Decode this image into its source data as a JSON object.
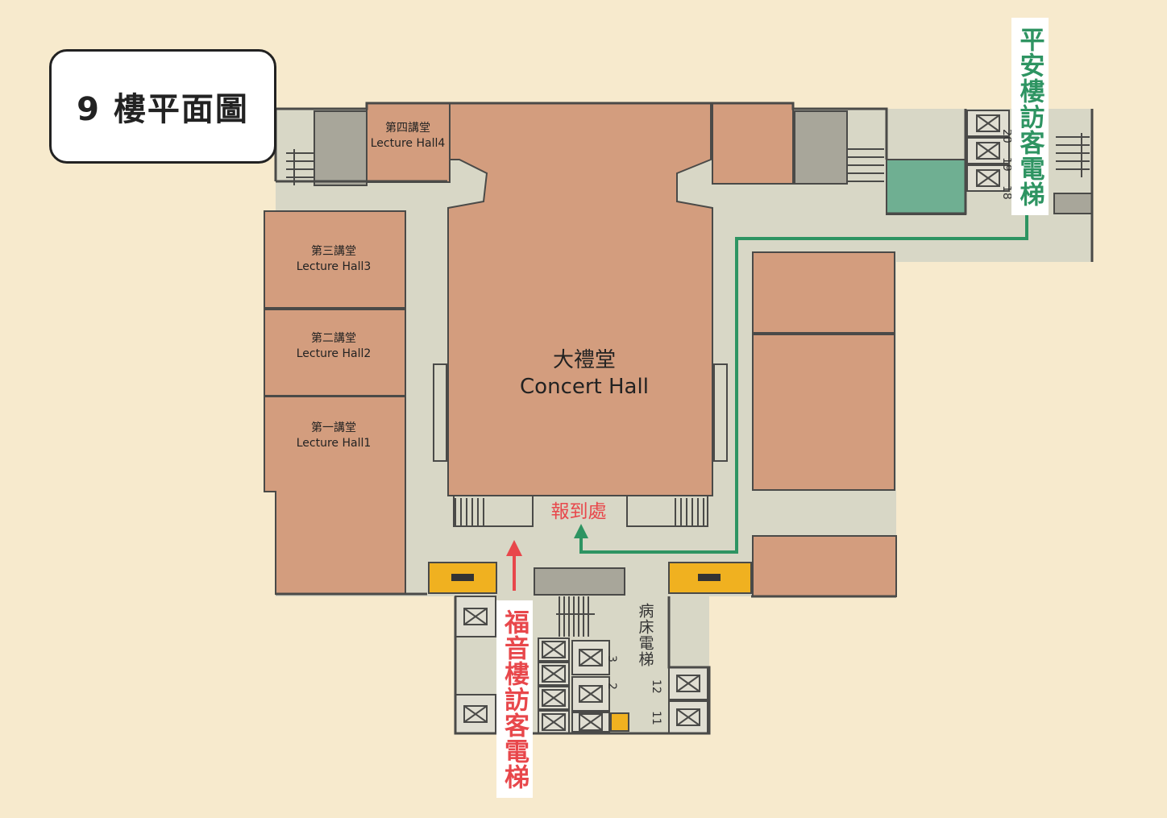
{
  "title": "9 樓平面圖",
  "colors": {
    "room": "#d39d7e",
    "corridor": "#d8d7c6",
    "wall": "#4a4a48",
    "green_route": "#2e9462",
    "red_route": "#e8474b",
    "restroom": "#f0b120",
    "green_room": "#6faf92"
  },
  "rooms": {
    "hall4": {
      "zh": "第四講堂",
      "en": "Lecture Hall4"
    },
    "hall3": {
      "zh": "第三講堂",
      "en": "Lecture Hall3"
    },
    "hall2": {
      "zh": "第二講堂",
      "en": "Lecture Hall2"
    },
    "hall1": {
      "zh": "第一講堂",
      "en": "Lecture Hall1"
    },
    "concert": {
      "zh": "大禮堂",
      "en": "Concert Hall"
    }
  },
  "check_in": "報到處",
  "elevators": {
    "pingan": "平安樓訪客電梯",
    "fuyin": "福音樓訪客電梯",
    "bed": "病床電梯",
    "numbers": [
      "20",
      "19",
      "18",
      "3",
      "2",
      "12",
      "11"
    ]
  }
}
